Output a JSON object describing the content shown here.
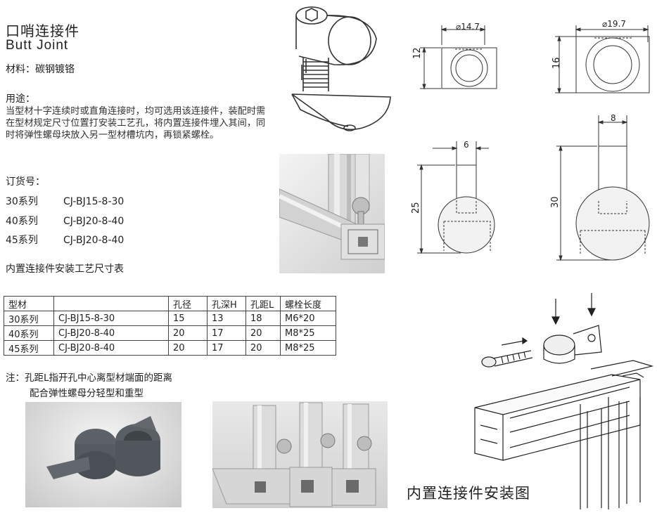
{
  "product": {
    "title_cn": "口哨连接件",
    "title_en": "Butt Joint",
    "material": "材料：碳钢镀铬"
  },
  "usage": {
    "heading": "用途：",
    "text": "当型材十字连续时或直角连接时，均可选用该连接件，装配时需在型材规定尺寸位置打安装工艺孔，将内置连接件埋入其间，同时将弹性螺母块放入另一型材槽坑内，再锁紧螺栓。"
  },
  "order": {
    "heading": "订货号：",
    "series": [
      {
        "name": "30系列",
        "code": "CJ-BJ15-8-30"
      },
      {
        "name": "40系列",
        "code": "CJ-BJ20-8-40"
      },
      {
        "name": "45系列",
        "code": "CJ-BJ20-8-40"
      }
    ]
  },
  "spec_table": {
    "caption": "内置连接件安装工艺尺寸表",
    "headers": [
      "型材",
      "",
      "孔径",
      "孔深H",
      "孔距L",
      "螺栓长度"
    ],
    "rows": [
      [
        "30系列",
        "CJ-BJ15-8-30",
        "15",
        "13",
        "18",
        "M6*20"
      ],
      [
        "40系列",
        "CJ-BJ20-8-40",
        "20",
        "17",
        "20",
        "M8*25"
      ],
      [
        "45系列",
        "CJ-BJ20-8-40",
        "20",
        "17",
        "20",
        "M8*25"
      ]
    ]
  },
  "notes": {
    "line1": "注：孔距L指开孔中心离型材端面的距离",
    "line2": "配合弹性螺母分轻型和重型"
  },
  "drawings": {
    "small_top_diameter": "⌀14.7",
    "small_top_height": "12",
    "large_top_diameter": "⌀19.7",
    "large_top_height": "16",
    "small_side_width": "6",
    "small_side_height": "25",
    "large_side_width": "8",
    "large_side_height": "30"
  },
  "install": {
    "caption": "内置连接件安装图"
  }
}
